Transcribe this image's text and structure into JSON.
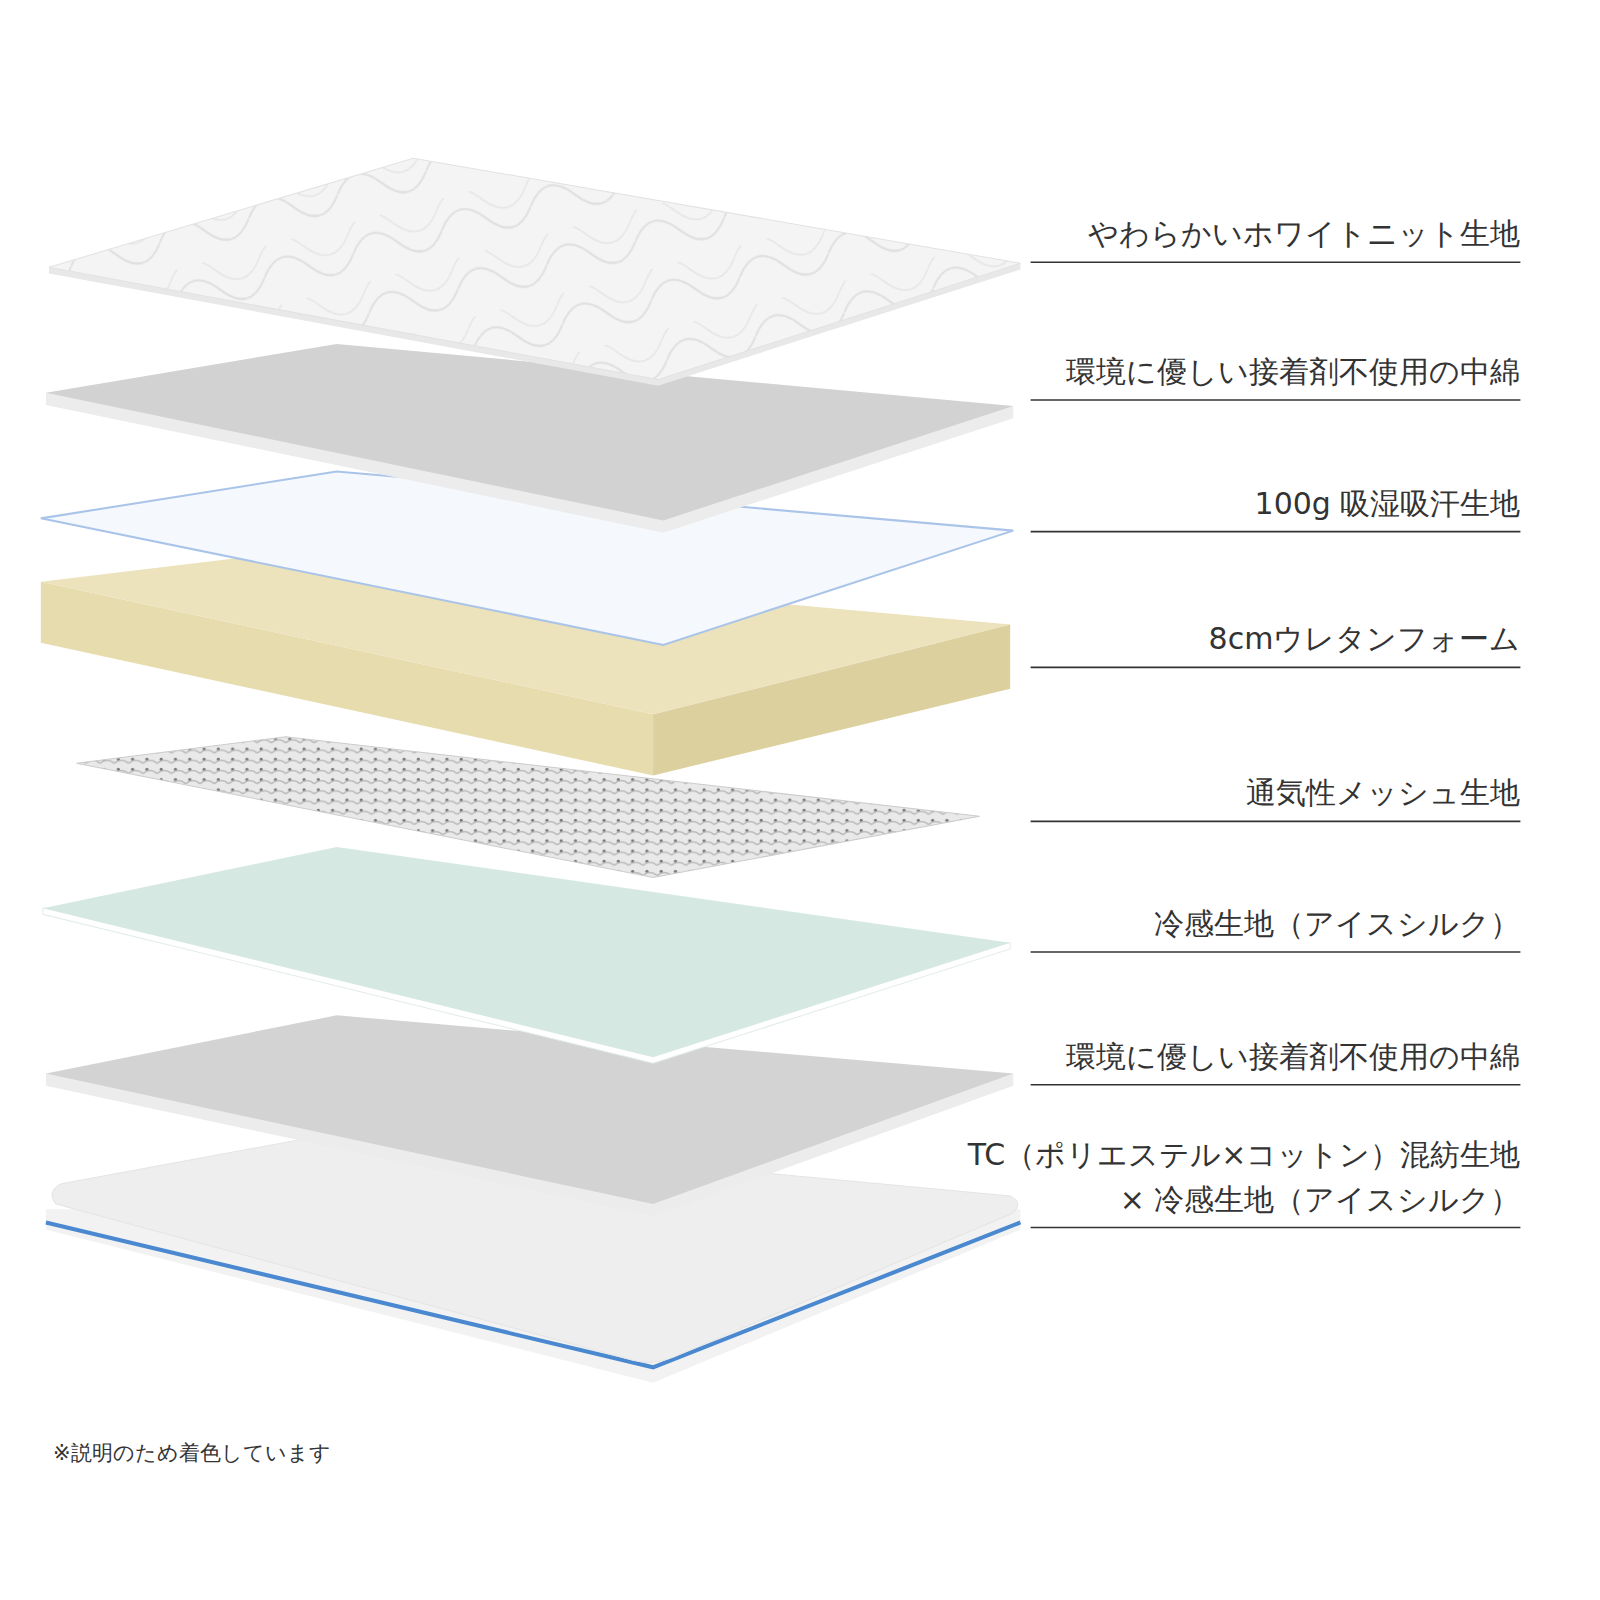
{
  "diagram": {
    "labels": [
      "やわらかいホワイトニット生地",
      "環境に優しい接着剤不使用の中綿",
      "100g 吸湿吸汗生地",
      "8cmウレタンフォーム",
      "通気性メッシュ生地",
      "冷感生地（アイスシルク）",
      "環境に優しい接着剤不使用の中綿",
      "TC（ポリエステル×コットン）混紡生地 × 冷感生地（アイスシルク）",
      "※説明のため着色しています"
    ]
  }
}
